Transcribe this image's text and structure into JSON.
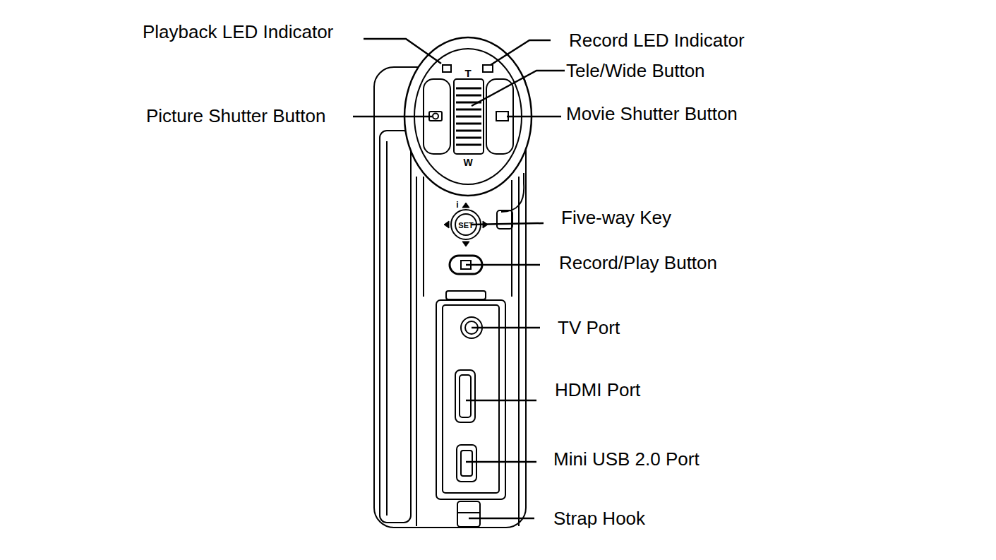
{
  "diagram": {
    "labels": [
      "Playback LED Indicator",
      "Record LED Indicator",
      "Tele/Wide Button",
      "Picture Shutter Button",
      "Movie Shutter Button",
      "Five-way Key",
      "Record/Play Button",
      "TV Port",
      "HDMI Port",
      "Mini USB 2.0 Port",
      "Strap Hook",
      "T",
      "W",
      "SET",
      "i"
    ]
  }
}
